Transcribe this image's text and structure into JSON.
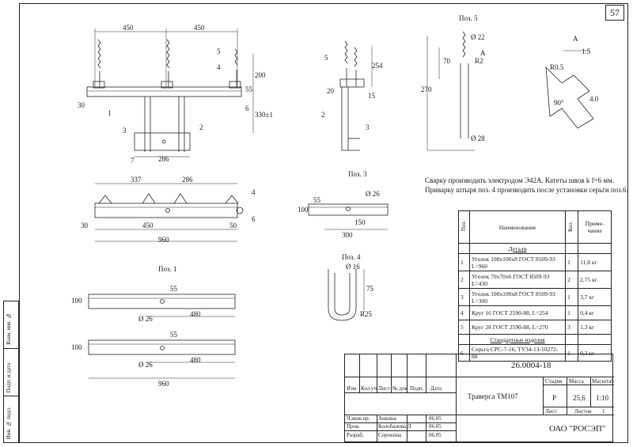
{
  "sheet_number": "57",
  "pos_labels": {
    "pos5": "Поз. 5",
    "pos3": "Поз. 3",
    "pos4": "Поз. 4",
    "pos1": "Поз. 1",
    "detail_a": "A"
  },
  "dims": {
    "main_450_left": "450",
    "main_450_right": "450",
    "main_30": "30",
    "main_5": "5",
    "main_4": "4",
    "main_200": "200",
    "main_55": "55",
    "main_6": "6",
    "main_330": "330±1",
    "main_2": "2",
    "main_3": "3",
    "main_7": "7",
    "main_286": "286",
    "main_1": "1",
    "side_5": "5",
    "side_20": "20",
    "side_254": "254",
    "side_15": "15",
    "side_2": "2",
    "side_3": "3",
    "plan_337": "337",
    "plan_286": "286",
    "plan_4": "4",
    "plan_30": "30",
    "plan_450": "450",
    "plan_50": "50",
    "plan_6": "6",
    "plan_960": "960",
    "p5_d22": "Ø 22",
    "p5_70": "70",
    "p5_a": "A",
    "p5_r2": "R2",
    "p5_270": "270",
    "p5_d28": "Ø 28",
    "da_15": "1.5",
    "da_r05": "R0.5",
    "da_90": "90°",
    "da_40": "4.0",
    "p3_d26": "Ø 26",
    "p3_100": "100",
    "p3_55": "55",
    "p3_150": "150",
    "p3_300": "300",
    "p4_d16": "Ø 16",
    "p4_75": "75",
    "p4_r25": "R25",
    "p1_100a": "100",
    "p1_55a": "55",
    "p1_d26a": "Ø 26",
    "p1_480a": "480",
    "p1_100b": "100",
    "p1_55b": "55",
    "p1_d26b": "Ø 26",
    "p1_480b": "480",
    "p1_960": "960"
  },
  "notes": {
    "line1": "Сварку производить электродом Э42А. Катеты швов k f=6 мм.",
    "line2": "Приварку штыря поз. 4 производить после установки серьги поз.6."
  },
  "bom": {
    "col_pos": "Поз.",
    "col_name": "Наименование",
    "col_qty": "Кол.",
    "col_note": "Приме-чание",
    "section_details": "Детали",
    "section_standard": "Стандартные изделия",
    "rows": [
      {
        "pos": "1",
        "name": "Уголок 100х100х8 ГОСТ 8509-93 L=960",
        "qty": "1",
        "note": "11,8 кг"
      },
      {
        "pos": "2",
        "name": "Уголок 70х70х6 ГОСТ 8509-93 L=430",
        "qty": "2",
        "note": "2,75 кг"
      },
      {
        "pos": "3",
        "name": "Уголок 100х100х8 ГОСТ 8509-93 L=300",
        "qty": "1",
        "note": "3,7 кг"
      },
      {
        "pos": "4",
        "name": "Круг 16 ГОСТ 2590-88, L=254",
        "qty": "1",
        "note": "0,4 кг"
      },
      {
        "pos": "5",
        "name": "Круг 28 ГОСТ 2590-88, L=270",
        "qty": "3",
        "note": "1,3 кг"
      }
    ],
    "standard_row": {
      "pos": "6",
      "name": "Серьга СРС-7-16, ТУ34-13-10272-88",
      "qty": "1",
      "note": "0,3 кг"
    }
  },
  "title_block": {
    "doc_code": "26.0004-18",
    "title": "Траверса ТМ107",
    "stage_label": "Стадия",
    "mass_label": "Масса",
    "scale_label": "Масштаб",
    "stage": "Р",
    "mass": "25,6",
    "scale": "1:10",
    "sheet_label": "Лист",
    "sheets_label": "Листов",
    "sheets_count": "1",
    "org": "ОАО \"РОСЭП\"",
    "hdr_izm": "Изм",
    "hdr_kol": "Кол.уч",
    "hdr_list": "Лист",
    "hdr_ndok": "№ док",
    "hdr_podp": "Подп.",
    "hdr_data": "Дата",
    "r1_role": "Ч.инж.пр.",
    "r1_name": "Анкина",
    "r1_date": "06.05",
    "r2_role": "Пров.",
    "r2_name": "Колобанова Л",
    "r2_date": "06.05",
    "r3_role": "Разраб.",
    "r3_name": "Сорокина",
    "r3_date": "06.05"
  },
  "side_stamp": {
    "c1": "Инв. № подл.",
    "c2": "Подп. и дата",
    "c3": "Взам. инв. №"
  }
}
